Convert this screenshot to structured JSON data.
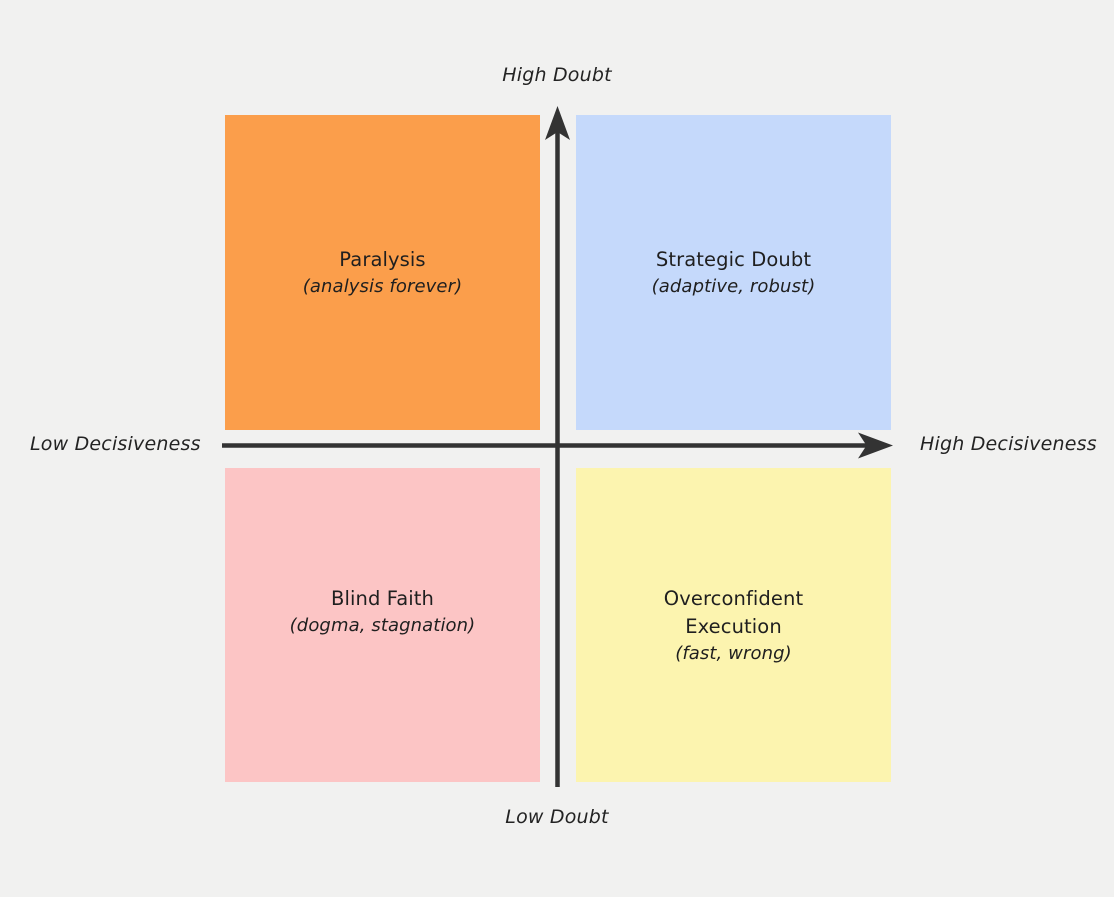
{
  "diagram": {
    "type": "2x2-matrix",
    "background_color": "#f1f1f0",
    "axes": {
      "vertical": {
        "top_label": "High Doubt",
        "bottom_label": "Low Doubt",
        "color": "#333333"
      },
      "horizontal": {
        "left_label": "Low Decisiveness",
        "right_label": "High Decisiveness",
        "color": "#333333"
      }
    },
    "quadrants": [
      {
        "id": "top-left",
        "title": "Paralysis",
        "subtitle": "(analysis forever)",
        "color": "#fb9e4b",
        "position": "high-doubt / low-decisiveness"
      },
      {
        "id": "top-right",
        "title": "Strategic Doubt",
        "subtitle": "(adaptive, robust)",
        "color": "#c5d9fb",
        "position": "high-doubt / high-decisiveness"
      },
      {
        "id": "bottom-left",
        "title": "Blind Faith",
        "subtitle": "(dogma, stagnation)",
        "color": "#fcc5c5",
        "position": "low-doubt / low-decisiveness"
      },
      {
        "id": "bottom-right",
        "title": "Overconfident\nExecution",
        "subtitle": "(fast, wrong)",
        "color": "#fcf4af",
        "position": "low-doubt / high-decisiveness"
      }
    ]
  }
}
